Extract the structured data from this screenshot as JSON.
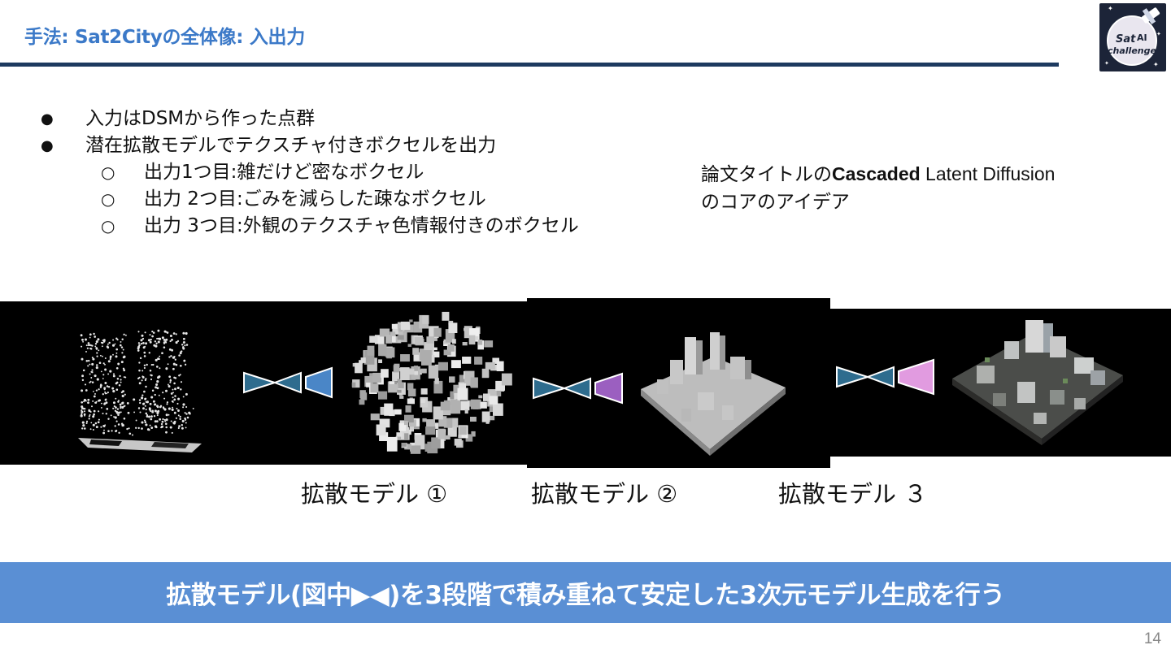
{
  "header": {
    "title": "手法: Sat2Cityの全体像: 入出力"
  },
  "logo": {
    "text": "Sat2AI challenge"
  },
  "bullets": [
    {
      "level": 1,
      "marker": "●",
      "text": "入力はDSMから作った点群"
    },
    {
      "level": 1,
      "marker": "●",
      "text": "潜在拡散モデルでテクスチャ付きボクセルを出力"
    },
    {
      "level": 2,
      "marker": "○",
      "text": "出力1つ目:雑だけど密なボクセル"
    },
    {
      "level": 2,
      "marker": "○",
      "text": "出力 2つ目:ごみを減らした疎なボクセル"
    },
    {
      "level": 2,
      "marker": "○",
      "text": "出力 3つ目:外観のテクスチャ色情報付きのボクセル"
    }
  ],
  "note": {
    "prefix": "論文タイトルの",
    "bold": "Cascaded",
    "rest": " Latent Diffusion",
    "line2": "のコアのアイデア"
  },
  "diagram": {
    "labels": [
      "拡散モデル ①",
      "拡散モデル ②",
      "拡散モデル ３"
    ],
    "colors": {
      "encoder": "#2e6c8e",
      "decoder_blue": "#4a86c7",
      "decoder_purple": "#9b5fc0",
      "decoder_pink": "#e19be0"
    }
  },
  "banner": {
    "text": "拡散モデル(図中▶◀)を3段階で積み重ねて安定した3次元モデル生成を行う"
  },
  "page_number": "14"
}
